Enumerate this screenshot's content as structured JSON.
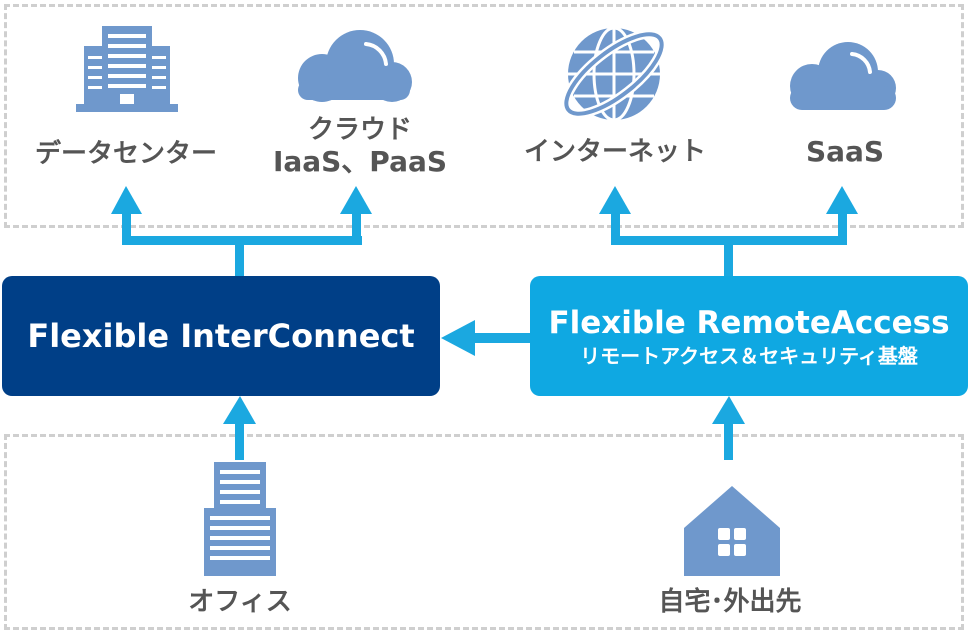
{
  "colors": {
    "arrow": "#1ba8e0",
    "icon": "#6f98cc",
    "interconnect_box": "#003f87",
    "remote_box": "#0fa8e2",
    "label_text": "#555555",
    "zone_border": "#cfcfcf"
  },
  "top_labels": {
    "datacenter": "データセンター",
    "cloud_line1": "クラウド",
    "cloud_line2": "IaaS、PaaS",
    "internet": "インターネット",
    "saas": "SaaS"
  },
  "boxes": {
    "interconnect": {
      "title": "Flexible InterConnect"
    },
    "remote": {
      "title": "Flexible RemoteAccess",
      "subtitle": "リモートアクセス＆セキュリティ基盤"
    }
  },
  "bottom_labels": {
    "office": "オフィス",
    "home": "自宅･外出先"
  },
  "icons": {
    "datacenter": "building-icon",
    "cloud": "cloud-icon",
    "internet": "globe-icon",
    "saas": "cloud-icon",
    "office": "office-building-icon",
    "home": "house-icon"
  }
}
